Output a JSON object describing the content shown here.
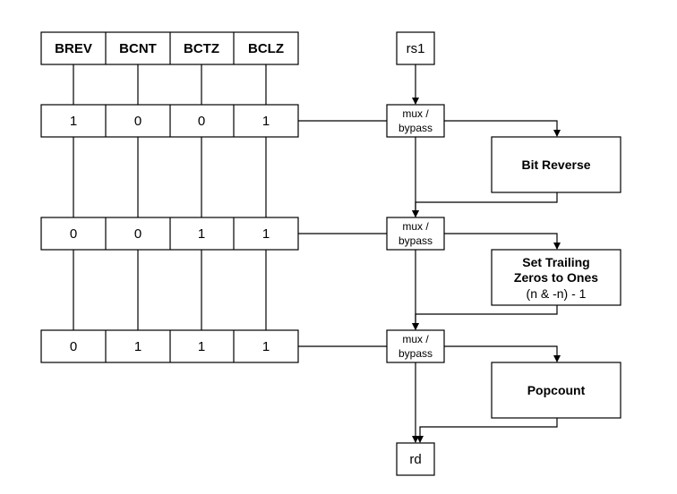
{
  "header": [
    "BREV",
    "BCNT",
    "BCTZ",
    "BCLZ"
  ],
  "rows": [
    {
      "bits": [
        "1",
        "0",
        "0",
        "1"
      ]
    },
    {
      "bits": [
        "0",
        "0",
        "1",
        "1"
      ]
    },
    {
      "bits": [
        "0",
        "1",
        "1",
        "1"
      ]
    }
  ],
  "input_label": "rs1",
  "output_label": "rd",
  "mux_line1": "mux /",
  "mux_line2": "bypass",
  "blocks": {
    "bit_reverse": "Bit Reverse",
    "set_trailing_line1": "Set Trailing",
    "set_trailing_line2": "Zeros to Ones",
    "set_trailing_formula": "(n & -n) - 1",
    "popcount": "Popcount"
  }
}
